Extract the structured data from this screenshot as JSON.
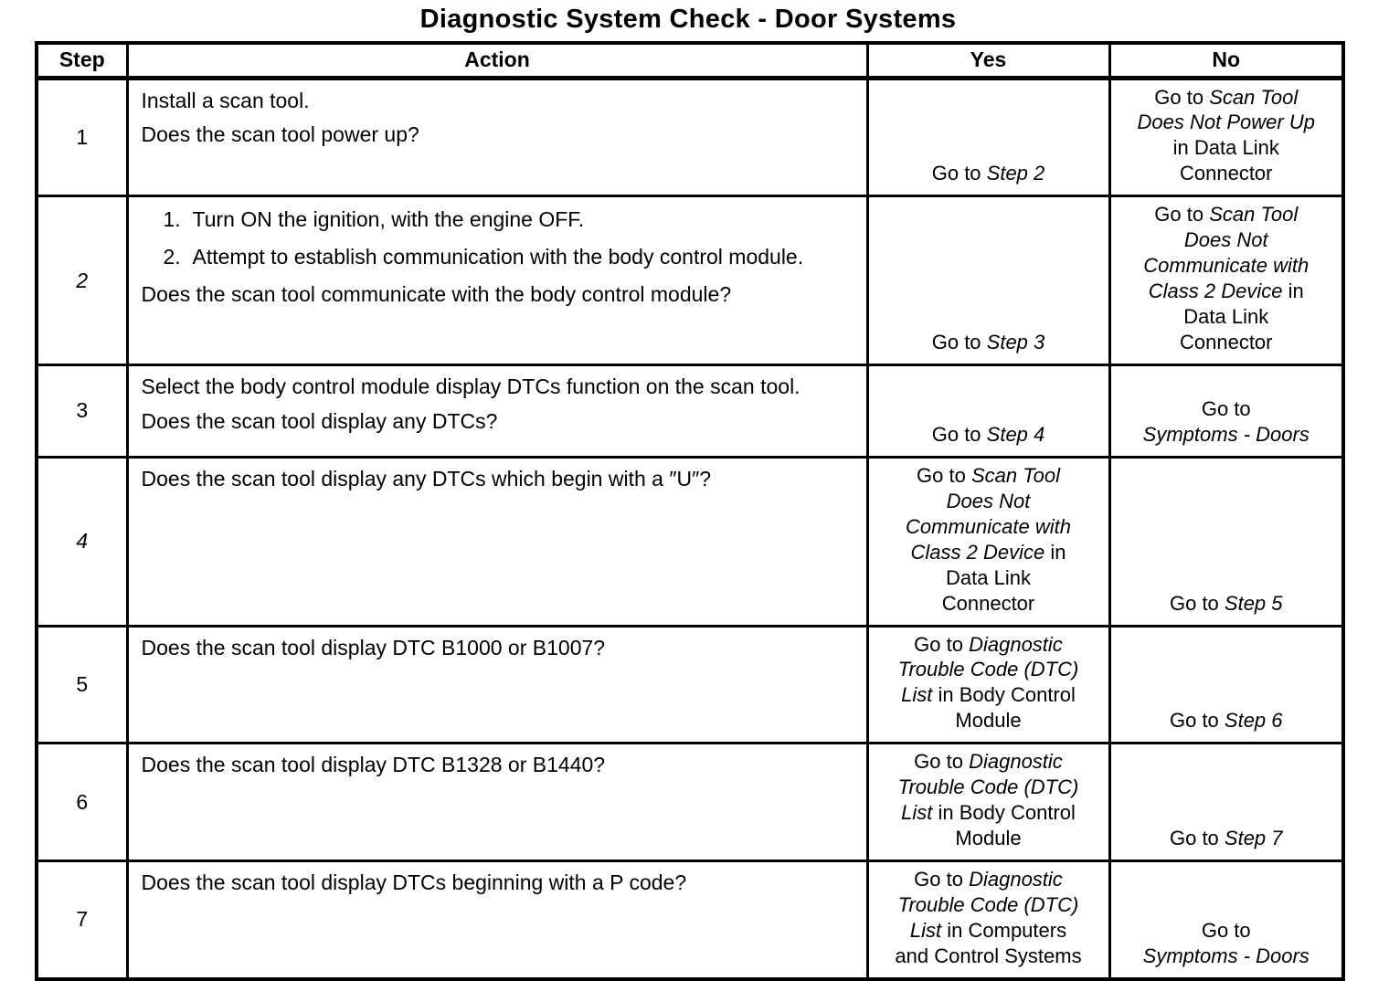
{
  "title": "Diagnostic System Check - Door Systems",
  "table": {
    "headers": [
      "Step",
      "Action",
      "Yes",
      "No"
    ],
    "rows": [
      {
        "step": "1",
        "action": [
          {
            "text": "Install a scan tool."
          },
          {
            "text": "Does the scan tool power up?"
          }
        ],
        "yes": [
          {
            "text": "Go to "
          },
          {
            "text": "Step 2",
            "italic": true
          }
        ],
        "no": [
          {
            "text": "Go to "
          },
          {
            "text": "Scan Tool\nDoes Not Power Up",
            "italic": true
          },
          {
            "text": "\nin Data Link\nConnector"
          }
        ]
      },
      {
        "step": "2",
        "action": [
          {
            "num": "1.",
            "text": "Turn ON the ignition, with the engine OFF."
          },
          {
            "num": "2.",
            "text": "Attempt to establish communication with the body control module."
          },
          {
            "text": "Does the scan tool communicate with the body control module?"
          }
        ],
        "yes": [
          {
            "text": "Go to "
          },
          {
            "text": "Step 3",
            "italic": true
          }
        ],
        "no": [
          {
            "text": "Go to "
          },
          {
            "text": "Scan Tool\nDoes Not\nCommunicate with\nClass 2 Device",
            "italic": true
          },
          {
            "text": " in\nData Link\nConnector"
          }
        ]
      },
      {
        "step": "3",
        "action": [
          {
            "text": "Select the body control module display DTCs function on the scan tool."
          },
          {
            "text": "Does the scan tool display any DTCs?"
          }
        ],
        "yes": [
          {
            "text": "Go to "
          },
          {
            "text": "Step 4",
            "italic": true
          }
        ],
        "no": [
          {
            "text": "Go to\n"
          },
          {
            "text": "Symptoms - Doors",
            "italic": true
          }
        ]
      },
      {
        "step": "4",
        "action": [
          {
            "text": "Does the scan tool display any DTCs which begin with a ″U″?"
          }
        ],
        "yes": [
          {
            "text": "Go to "
          },
          {
            "text": "Scan Tool\nDoes Not\nCommunicate with\nClass 2 Device",
            "italic": true
          },
          {
            "text": " in\nData Link\nConnector"
          }
        ],
        "no": [
          {
            "text": "Go to "
          },
          {
            "text": "Step 5",
            "italic": true
          }
        ]
      },
      {
        "step": "5",
        "action": [
          {
            "text": "Does the scan tool display DTC B1000 or B1007?"
          }
        ],
        "yes": [
          {
            "text": "Go to "
          },
          {
            "text": "Diagnostic\nTrouble Code (DTC)\nList",
            "italic": true
          },
          {
            "text": " in Body Control\nModule"
          }
        ],
        "no": [
          {
            "text": "Go to "
          },
          {
            "text": "Step 6",
            "italic": true
          }
        ]
      },
      {
        "step": "6",
        "action": [
          {
            "text": "Does the scan tool display DTC B1328 or B1440?"
          }
        ],
        "yes": [
          {
            "text": "Go to "
          },
          {
            "text": "Diagnostic\nTrouble Code (DTC)\nList",
            "italic": true
          },
          {
            "text": " in Body Control\nModule"
          }
        ],
        "no": [
          {
            "text": "Go to "
          },
          {
            "text": "Step 7",
            "italic": true
          }
        ]
      },
      {
        "step": "7",
        "action": [
          {
            "text": "Does the scan tool display DTCs beginning with a P code?"
          }
        ],
        "yes": [
          {
            "text": "Go to "
          },
          {
            "text": "Diagnostic\nTrouble Code (DTC)\nList",
            "italic": true
          },
          {
            "text": " in Computers\nand Control Systems"
          }
        ],
        "no": [
          {
            "text": "Go to\n"
          },
          {
            "text": "Symptoms - Doors",
            "italic": true
          }
        ]
      }
    ]
  }
}
